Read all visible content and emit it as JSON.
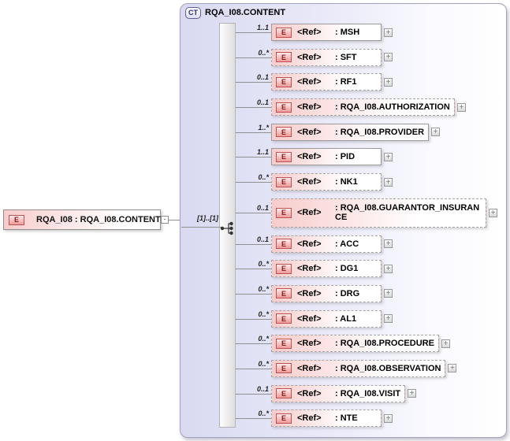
{
  "root_element": {
    "label": "RQA_I08 : RQA_I08.CONTENT"
  },
  "connection": {
    "cardinality": "[1]..[1]"
  },
  "content_type": {
    "badge": "CT",
    "title": "RQA_I08.CONTENT",
    "compositor": "sequence",
    "children": [
      {
        "cardinality": "1..1",
        "ref": "<Ref>",
        "type": ": MSH",
        "optional": false
      },
      {
        "cardinality": "0..*",
        "ref": "<Ref>",
        "type": ": SFT",
        "optional": true
      },
      {
        "cardinality": "0..1",
        "ref": "<Ref>",
        "type": ": RF1",
        "optional": true
      },
      {
        "cardinality": "0..1",
        "ref": "<Ref>",
        "type": ": RQA_I08.AUTHORIZATION",
        "optional": true
      },
      {
        "cardinality": "1..*",
        "ref": "<Ref>",
        "type": ": RQA_I08.PROVIDER",
        "optional": false
      },
      {
        "cardinality": "1..1",
        "ref": "<Ref>",
        "type": ": PID",
        "optional": false
      },
      {
        "cardinality": "0..*",
        "ref": "<Ref>",
        "type": ": NK1",
        "optional": true
      },
      {
        "cardinality": "0..1",
        "ref": "<Ref>",
        "type": ": RQA_I08.GUARANTOR_INSURANCE",
        "optional": true,
        "wrap": true
      },
      {
        "cardinality": "0..1",
        "ref": "<Ref>",
        "type": ": ACC",
        "optional": true
      },
      {
        "cardinality": "0..*",
        "ref": "<Ref>",
        "type": ": DG1",
        "optional": true
      },
      {
        "cardinality": "0..*",
        "ref": "<Ref>",
        "type": ": DRG",
        "optional": true
      },
      {
        "cardinality": "0..*",
        "ref": "<Ref>",
        "type": ": AL1",
        "optional": true
      },
      {
        "cardinality": "0..*",
        "ref": "<Ref>",
        "type": ": RQA_I08.PROCEDURE",
        "optional": true
      },
      {
        "cardinality": "0..*",
        "ref": "<Ref>",
        "type": ": RQA_I08.OBSERVATION",
        "optional": true
      },
      {
        "cardinality": "0..1",
        "ref": "<Ref>",
        "type": ": RQA_I08.VISIT",
        "optional": true
      },
      {
        "cardinality": "0..*",
        "ref": "<Ref>",
        "type": ": NTE",
        "optional": true
      }
    ]
  },
  "icons": {
    "element_badge": "E",
    "collapse_glyph": "-",
    "expand_glyph": "+"
  },
  "colors": {
    "element_fill": "#f8cbcb",
    "element_icon_border": "#b95454",
    "element_icon_text": "#871d1d",
    "complex_type_fill": "#dcdcf2",
    "complex_type_badge_text": "#2c2c6e",
    "connector_line": "#909090"
  }
}
